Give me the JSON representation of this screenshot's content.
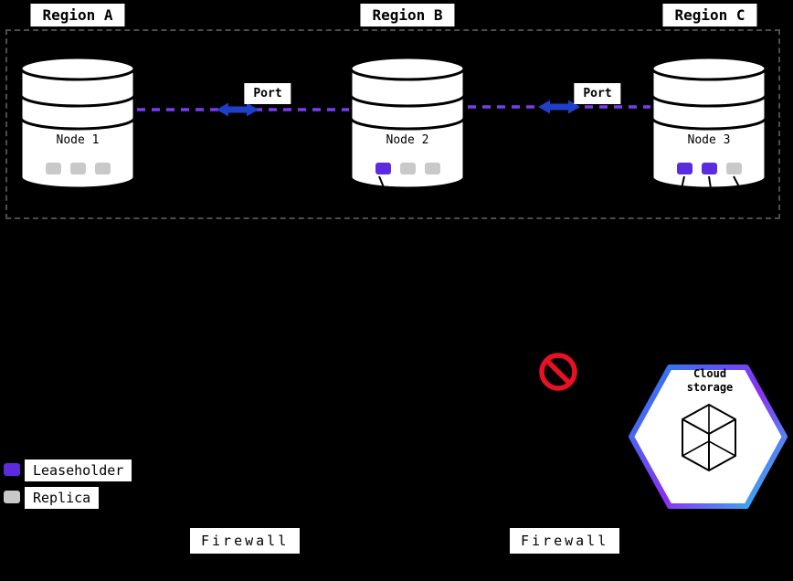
{
  "diagram": {
    "regions": [
      {
        "label": "Region A",
        "node": "Node 1",
        "markers": [
          "replica",
          "replica",
          "replica"
        ]
      },
      {
        "label": "Region B",
        "node": "Node 2",
        "markers": [
          "leaseholder",
          "replica",
          "replica"
        ]
      },
      {
        "label": "Region C",
        "node": "Node 3",
        "markers": [
          "leaseholder",
          "leaseholder",
          "replica"
        ]
      }
    ],
    "connections": [
      {
        "label": "Port"
      },
      {
        "label": "Port"
      }
    ],
    "legend": [
      {
        "type": "leaseholder",
        "label": "Leaseholder"
      },
      {
        "type": "replica",
        "label": "Replica"
      }
    ],
    "cloud_storage": {
      "label": "Cloud storage"
    },
    "firewalls": [
      {
        "label": "Firewall"
      },
      {
        "label": "Firewall"
      }
    ],
    "colors": {
      "leaseholder": "#5b2be0",
      "replica": "#c9c9c9",
      "connection_line": "#7a3bf5",
      "arrow": "#1e40c8",
      "no_symbol": "#e81123"
    }
  }
}
